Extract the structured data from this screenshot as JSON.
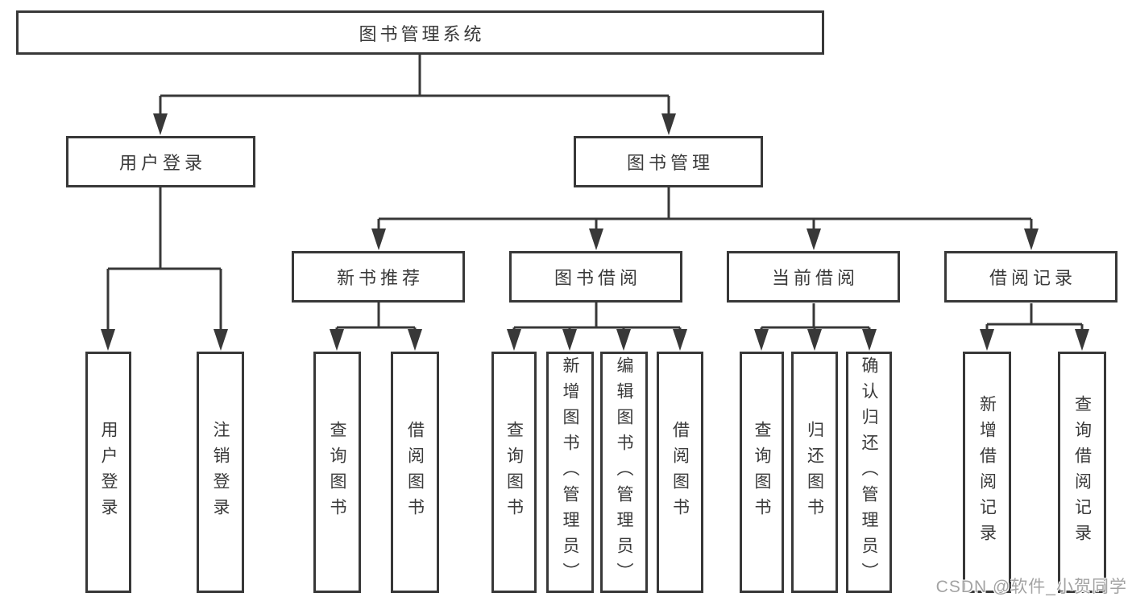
{
  "tree": {
    "root": {
      "label": "图书管理系统"
    },
    "branches": [
      {
        "label": "用户登录",
        "children": [
          {
            "label": "用户登录"
          },
          {
            "label": "注销登录"
          }
        ]
      },
      {
        "label": "图书管理",
        "children": [
          {
            "label": "新书推荐",
            "children": [
              {
                "label": "查询图书"
              },
              {
                "label": "借阅图书"
              }
            ]
          },
          {
            "label": "图书借阅",
            "children": [
              {
                "label": "查询图书"
              },
              {
                "label": "新增图书（管理员）"
              },
              {
                "label": "编辑图书（管理员）"
              },
              {
                "label": "借阅图书"
              }
            ]
          },
          {
            "label": "当前借阅",
            "children": [
              {
                "label": "查询图书"
              },
              {
                "label": "归还图书"
              },
              {
                "label": "确认归还（管理员）"
              }
            ]
          },
          {
            "label": "借阅记录",
            "children": [
              {
                "label": "新增借阅记录"
              },
              {
                "label": "查询借阅记录"
              }
            ]
          }
        ]
      }
    ]
  },
  "watermark": {
    "text": "CSDN @软件_小贺同学"
  },
  "style": {
    "background": "#ffffff",
    "line_color": "#383838",
    "box_border_color": "#383838",
    "text_color": "#3a3a3a",
    "watermark_color": "#a3a3a3"
  }
}
